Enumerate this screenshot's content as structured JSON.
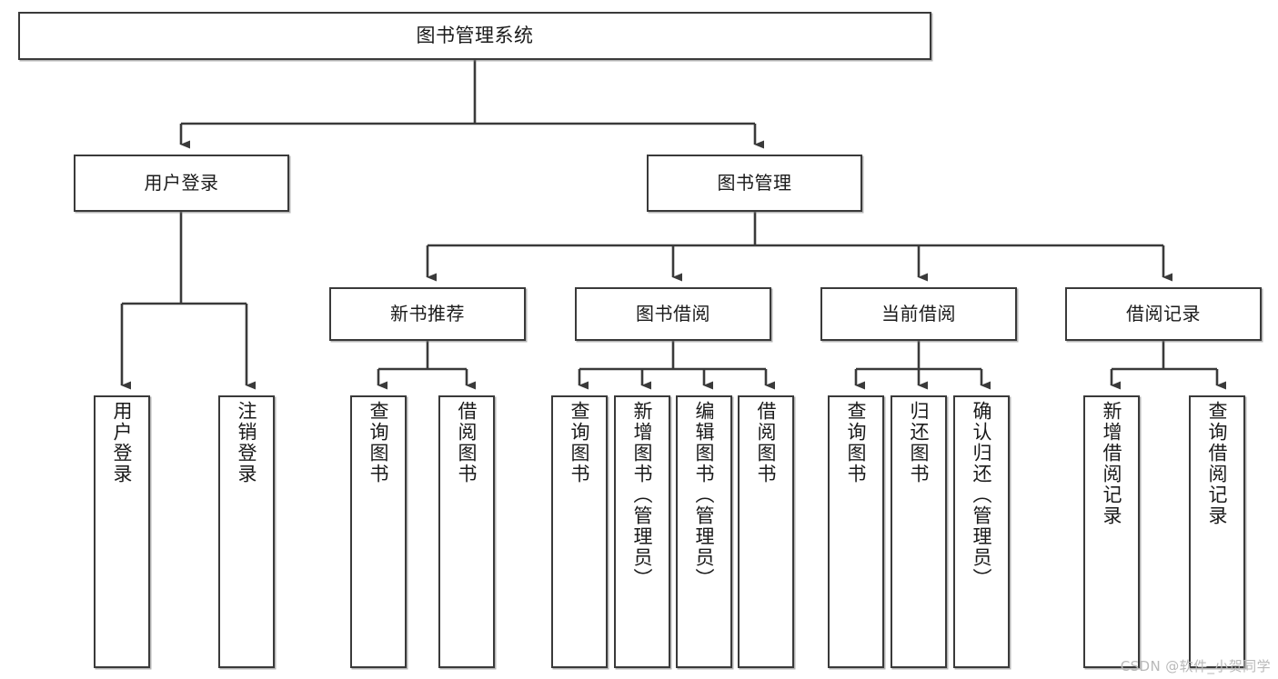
{
  "diagram": {
    "type": "tree-hierarchy",
    "title": "图书管理系统",
    "watermark": "CSDN @软件_小贺同学",
    "colors": {
      "background": "#ffffff",
      "box_border": "#3a3a3a",
      "box_fill": "#ffffff",
      "connector": "#3a3a3a",
      "text": "#1a1a1a",
      "watermark": "#b9b9b9"
    },
    "nodes": {
      "root": {
        "label": "图书管理系统",
        "level": 1
      },
      "level2": [
        {
          "id": "user-login",
          "label": "用户登录"
        },
        {
          "id": "book-management",
          "label": "图书管理"
        }
      ],
      "level3": [
        {
          "id": "new-book-recommend",
          "label": "新书推荐"
        },
        {
          "id": "book-borrow",
          "label": "图书借阅"
        },
        {
          "id": "current-borrow",
          "label": "当前借阅"
        },
        {
          "id": "borrow-record",
          "label": "借阅记录"
        }
      ],
      "leaves": {
        "user-login": [
          {
            "id": "leaf-user-login",
            "label": "用户登录"
          },
          {
            "id": "leaf-logout-login",
            "label": "注销登录"
          }
        ],
        "new-book-recommend": [
          {
            "id": "leaf-query-book-1",
            "label": "查询图书"
          },
          {
            "id": "leaf-borrow-book-1",
            "label": "借阅图书"
          }
        ],
        "book-borrow": [
          {
            "id": "leaf-query-book-2",
            "label": "查询图书"
          },
          {
            "id": "leaf-add-book",
            "label": "新增图书（管理员）"
          },
          {
            "id": "leaf-edit-book",
            "label": "编辑图书（管理员）"
          },
          {
            "id": "leaf-borrow-book-2",
            "label": "借阅图书"
          }
        ],
        "current-borrow": [
          {
            "id": "leaf-query-book-3",
            "label": "查询图书"
          },
          {
            "id": "leaf-return-book",
            "label": "归还图书"
          },
          {
            "id": "leaf-confirm-return",
            "label": "确认归还（管理员）"
          }
        ],
        "borrow-record": [
          {
            "id": "leaf-add-record",
            "label": "新增借阅记录"
          },
          {
            "id": "leaf-query-record",
            "label": "查询借阅记录"
          }
        ]
      }
    }
  }
}
